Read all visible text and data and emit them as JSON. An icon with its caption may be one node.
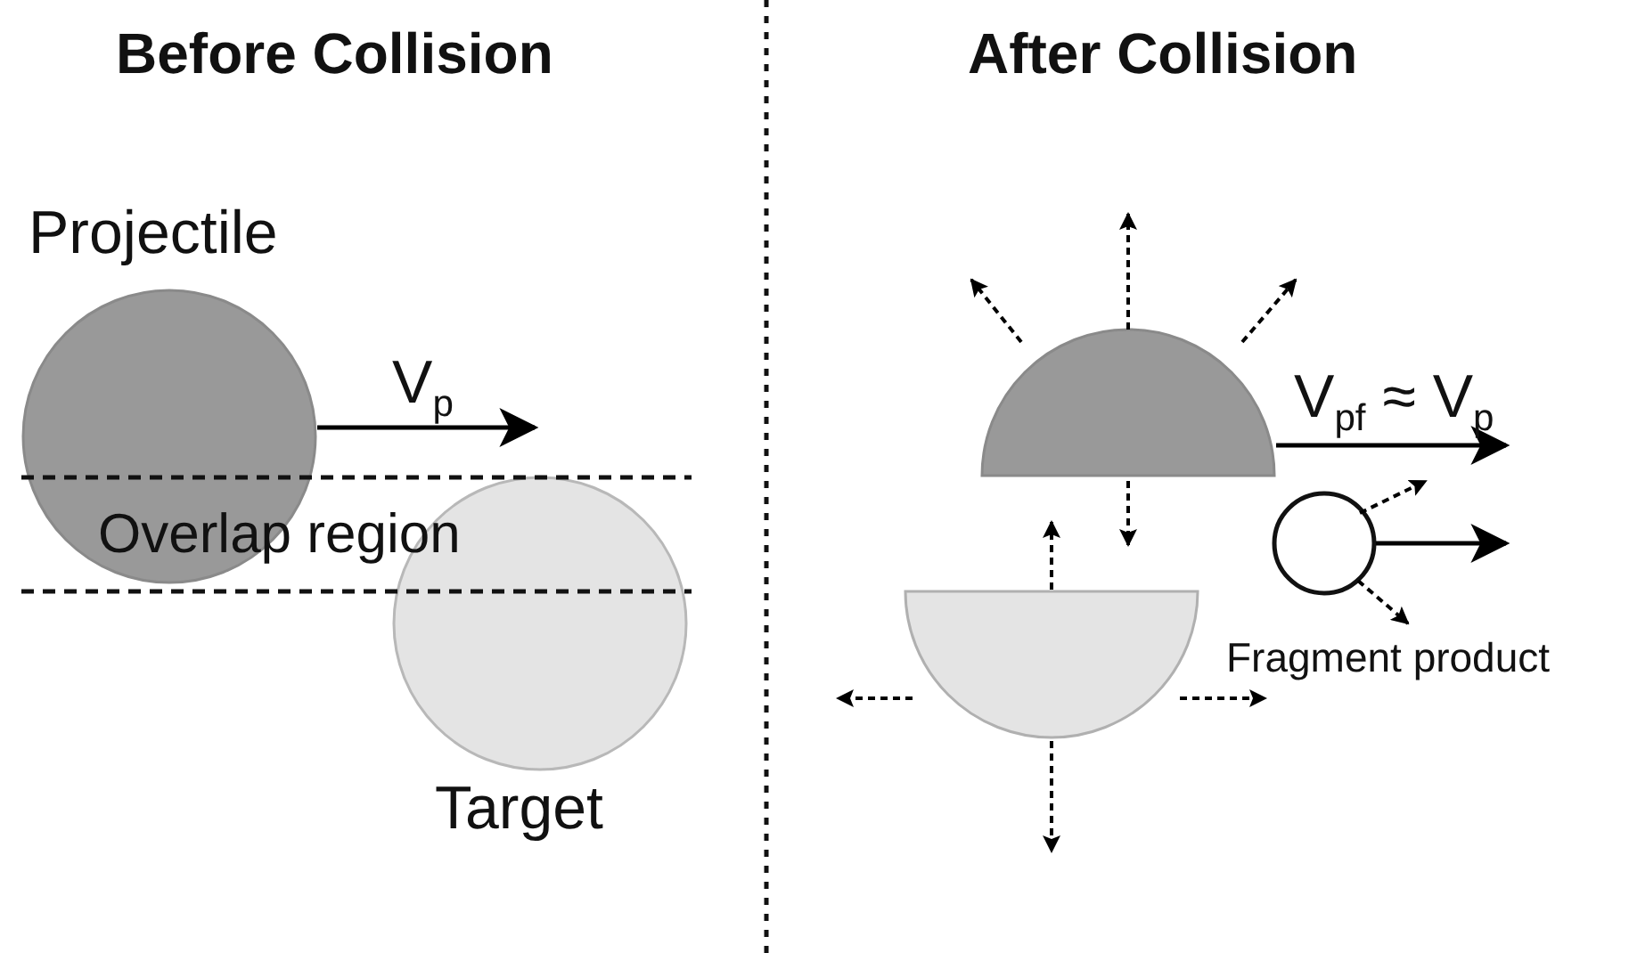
{
  "diagram": {
    "nodes": [
      {
        "text": [
          "Projectile"
        ]
      },
      {
        "text": [
          "Target"
        ]
      },
      {
        "text": [],
        "shape": "semicircle"
      },
      {
        "text": [],
        "shape": "semicircle"
      },
      {
        "text": [
          "Fragment product"
        ]
      }
    ],
    "labels": [
      "Before Collision",
      "After Collision",
      "V$_{p}$",
      "Overlap region",
      "V$_{pf}$ ≈ V$_{p}$"
    ]
  }
}
